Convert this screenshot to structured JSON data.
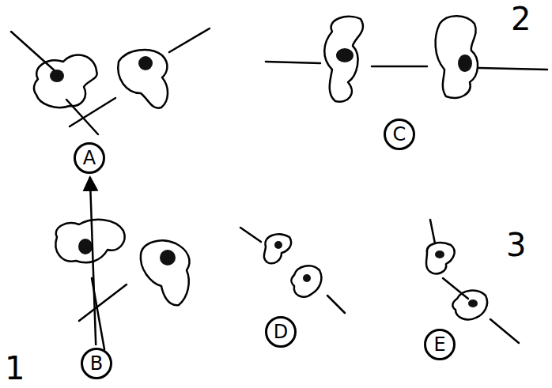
{
  "diagram": {
    "nodes": [
      {
        "text": [
          "A"
        ]
      },
      {
        "text": [
          "B"
        ]
      },
      {
        "text": [
          "C"
        ]
      },
      {
        "text": [
          "D"
        ]
      },
      {
        "text": [
          "E"
        ]
      }
    ],
    "edges": [
      {
        "from": 1,
        "to": 0,
        "arrow": "to"
      }
    ],
    "labels": [
      "1",
      "2",
      "3"
    ]
  }
}
